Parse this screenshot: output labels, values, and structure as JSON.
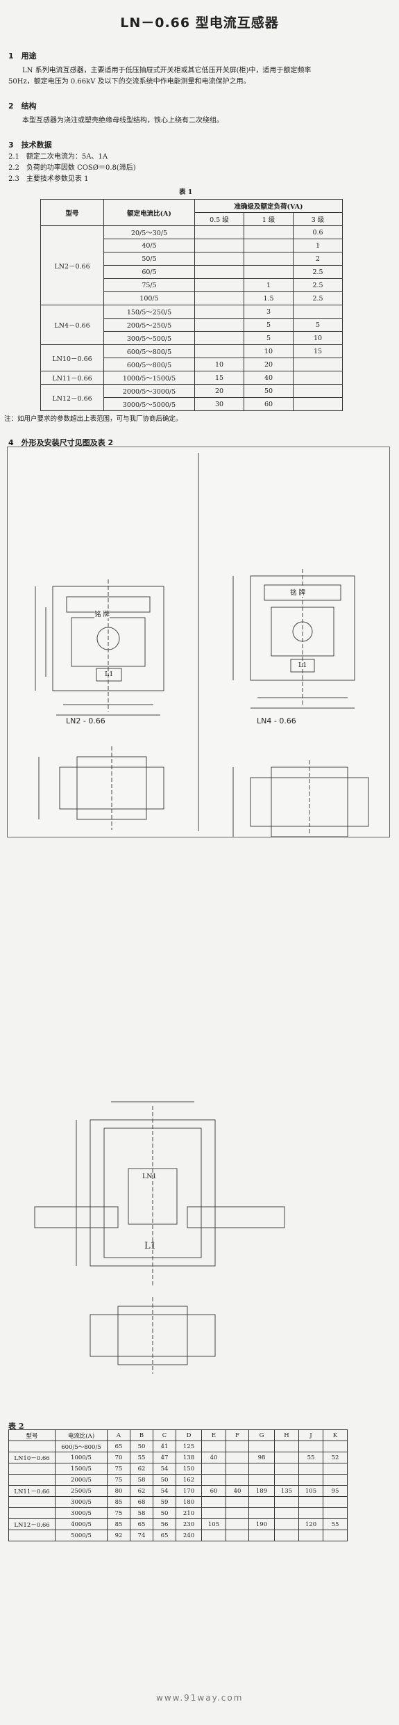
{
  "title": "LN－0.66 型电流互感器",
  "sections": {
    "s1_heading": "1　用途",
    "s1_text_line1": "LN 系列电流互感器，主要适用于低压抽屉式开关柜或其它低压开关屏(柜)中，适用于额定频率",
    "s1_text_line2": "50Hz，额定电压为 0.66kV 及以下的交流系统中作电能测量和电流保护之用。",
    "s2_heading": "2　结构",
    "s2_text": "本型互感器为浇注或塑壳绝缘母线型结构，铁心上绕有二次绕组。",
    "s3_heading": "3　技术数据",
    "s3_1": "2.1　额定二次电流为：5A、1A",
    "s3_2": "2.2　负荷的功率因数 COSØ＝0.8(滞后)",
    "s3_3": "2.3　主要技术参数见表 1",
    "s4_heading": "4　外形及安装尺寸见图及表 2"
  },
  "table1": {
    "caption": "表 1",
    "h_model": "型号",
    "h_ratio": "额定电流比(A)",
    "h_accuracy": "准确级及额定负荷(VA)",
    "h_05": "0.5 级",
    "h_1": "1 级",
    "h_3": "3 级",
    "rows": [
      {
        "model": "LN2－0.66",
        "ratio": "20/5～30/5",
        "c05": "",
        "c1": "",
        "c3": "0.6"
      },
      {
        "model": "",
        "ratio": "40/5",
        "c05": "",
        "c1": "",
        "c3": "1"
      },
      {
        "model": "",
        "ratio": "50/5",
        "c05": "",
        "c1": "",
        "c3": "2"
      },
      {
        "model": "",
        "ratio": "60/5",
        "c05": "",
        "c1": "",
        "c3": "2.5"
      },
      {
        "model": "",
        "ratio": "75/5",
        "c05": "",
        "c1": "1",
        "c3": "2.5"
      },
      {
        "model": "",
        "ratio": "100/5",
        "c05": "",
        "c1": "1.5",
        "c3": "2.5"
      },
      {
        "model": "LN4－0.66",
        "ratio": "150/5～250/5",
        "c05": "",
        "c1": "3",
        "c3": ""
      },
      {
        "model": "",
        "ratio": "200/5～250/5",
        "c05": "",
        "c1": "5",
        "c3": "5"
      },
      {
        "model": "",
        "ratio": "300/5～500/5",
        "c05": "",
        "c1": "5",
        "c3": "10"
      },
      {
        "model": "LN10－0.66",
        "ratio": "600/5～800/5",
        "c05": "",
        "c1": "10",
        "c3": "15"
      },
      {
        "model": "",
        "ratio": "600/5～800/5",
        "c05": "10",
        "c1": "20",
        "c3": ""
      },
      {
        "model": "LN11－0.66",
        "ratio": "1000/5～1500/5",
        "c05": "15",
        "c1": "40",
        "c3": ""
      },
      {
        "model": "LN12－0.66",
        "ratio": "2000/5～3000/5",
        "c05": "20",
        "c1": "50",
        "c3": ""
      },
      {
        "model": "",
        "ratio": "3000/5～5000/5",
        "c05": "30",
        "c1": "60",
        "c3": ""
      }
    ],
    "note": "注：如用户要求的参数超出上表范围，可与我厂协商后确定。"
  },
  "figures": {
    "label_ln2": "LN2 - 0.66",
    "label_ln4": "LN4 - 0.66",
    "nameplate": "铭 牌",
    "terminal_l1": "L1",
    "terminal_l1_big": "L1",
    "terminal_ln1": "LN1"
  },
  "table2": {
    "caption": "表 2",
    "headers": [
      "型号",
      "电流比(A)",
      "A",
      "B",
      "C",
      "D",
      "E",
      "F",
      "G",
      "H",
      "J",
      "K"
    ],
    "rows": [
      [
        "",
        "600/5～800/5",
        "65",
        "50",
        "41",
        "125",
        "",
        "",
        "",
        "",
        "",
        ""
      ],
      [
        "LN10－0.66",
        "1000/5",
        "70",
        "55",
        "47",
        "138",
        "40",
        "",
        "98",
        "",
        "55",
        "52"
      ],
      [
        "",
        "1500/5",
        "75",
        "62",
        "54",
        "150",
        "",
        "",
        "",
        "",
        "",
        ""
      ],
      [
        "",
        "2000/5",
        "75",
        "58",
        "50",
        "162",
        "",
        "",
        "",
        "",
        "",
        ""
      ],
      [
        "LN11－0.66",
        "2500/5",
        "80",
        "62",
        "54",
        "170",
        "60",
        "40",
        "189",
        "135",
        "105",
        "95"
      ],
      [
        "",
        "3000/5",
        "85",
        "68",
        "59",
        "180",
        "",
        "",
        "",
        "",
        "",
        ""
      ],
      [
        "",
        "3000/5",
        "75",
        "58",
        "50",
        "210",
        "",
        "",
        "",
        "",
        "",
        ""
      ],
      [
        "LN12－0.66",
        "4000/5",
        "85",
        "65",
        "56",
        "230",
        "105",
        "",
        "190",
        "",
        "120",
        "55"
      ],
      [
        "",
        "5000/5",
        "92",
        "74",
        "65",
        "240",
        "",
        "",
        "",
        "",
        "",
        ""
      ]
    ]
  },
  "watermark": "www.91way.com"
}
